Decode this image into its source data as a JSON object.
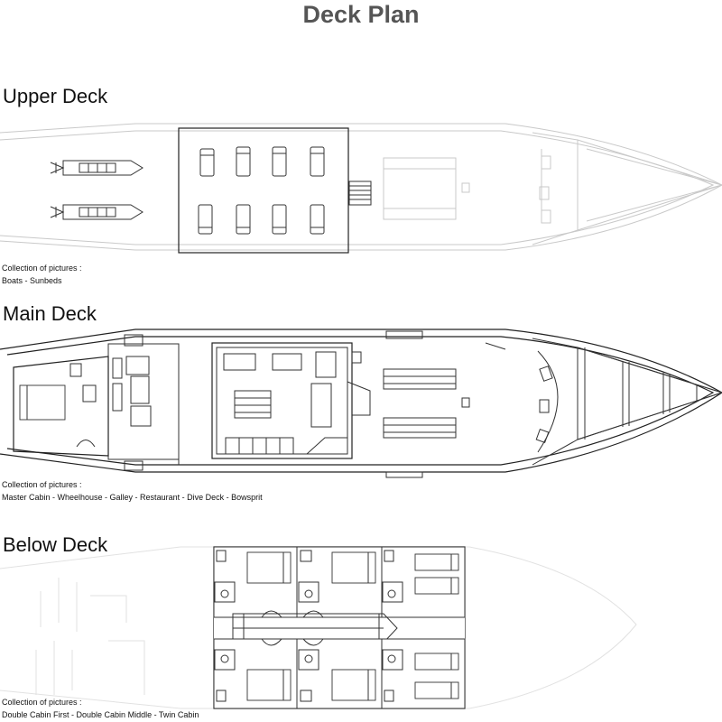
{
  "page_title": "Deck Plan",
  "decks": [
    {
      "title": "Upper Deck",
      "caption_label": "Collection of pictures :",
      "caption_items": "Boats - Sunbeds"
    },
    {
      "title": "Main Deck",
      "caption_label": "Collection of pictures :",
      "caption_items": "Master Cabin - Wheelhouse - Galley - Restaurant - Dive Deck - Bowsprit"
    },
    {
      "title": "Below Deck",
      "caption_label": "Collection of pictures :",
      "caption_items": "Double Cabin First - Double Cabin Middle - Twin Cabin"
    }
  ],
  "colors": {
    "title": "#555555",
    "outline": "#333333",
    "faint_outline": "#c9c9c9"
  }
}
